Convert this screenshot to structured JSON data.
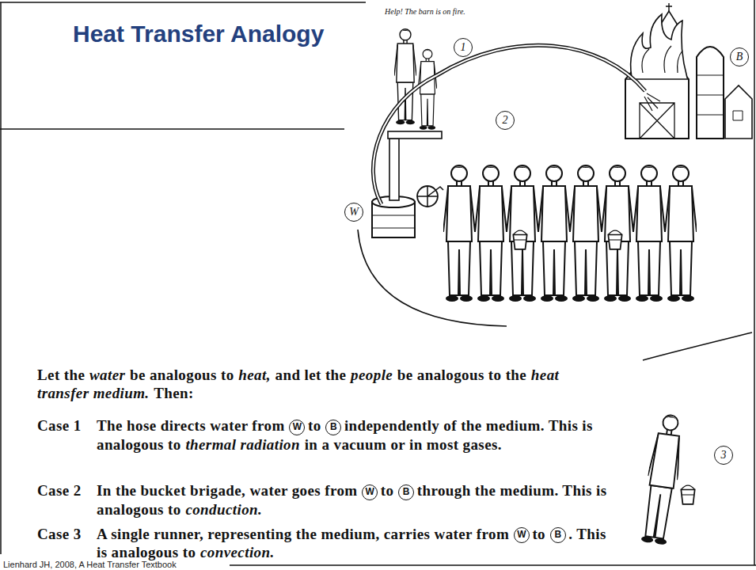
{
  "diagram": {
    "title": "Heat Transfer Analogy",
    "caption": "Lienhard JH, 2008, A Heat Transfer Textbook",
    "nodes": [
      {
        "text": [
          "1"
        ]
      },
      {
        "text": [
          "B"
        ]
      },
      {
        "text": [
          "2"
        ]
      },
      {
        "text": [
          "W"
        ]
      },
      {
        "text": [
          "3"
        ]
      },
      {
        "text": [
          "W"
        ]
      },
      {
        "text": [
          "B"
        ]
      },
      {
        "text": [
          "W"
        ]
      },
      {
        "text": [
          "B"
        ]
      },
      {
        "text": [
          "W"
        ]
      },
      {
        "text": [
          "B"
        ]
      }
    ],
    "labels": [
      "Help! The barn is on fire.",
      "Let the",
      "water",
      "be analogous to",
      "heat,",
      "and let the",
      "people",
      "be analogous to the",
      "heat transfer medium.",
      "Then:",
      "Case 1",
      "The hose directs water from",
      "to",
      "independently of the medium. This is analogous to",
      "thermal radiation",
      "in a vacuum or in most gases.",
      "Case 2",
      "In the bucket brigade, water goes from",
      "to",
      "through the medium. This is analogous to",
      "conduction.",
      "Case 3",
      "A single runner, representing the medium, carries water from",
      "to",
      ". This is analogous to",
      "convection."
    ]
  }
}
